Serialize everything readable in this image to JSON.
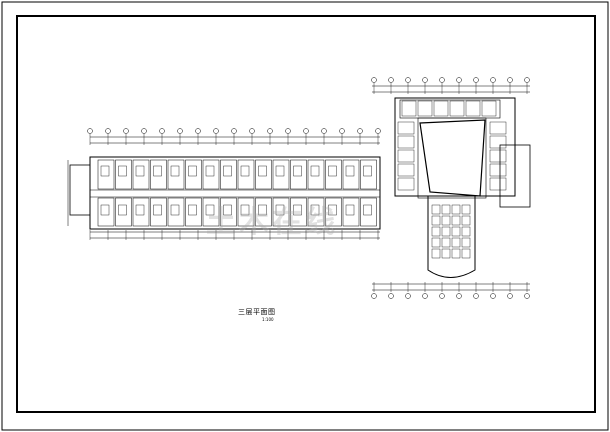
{
  "drawing": {
    "title": "三层平面图",
    "scale": "1:100",
    "watermark": "土木在线"
  },
  "colors": {
    "line": "#000000",
    "background": "#ffffff",
    "watermark": "#aaaaaa"
  }
}
